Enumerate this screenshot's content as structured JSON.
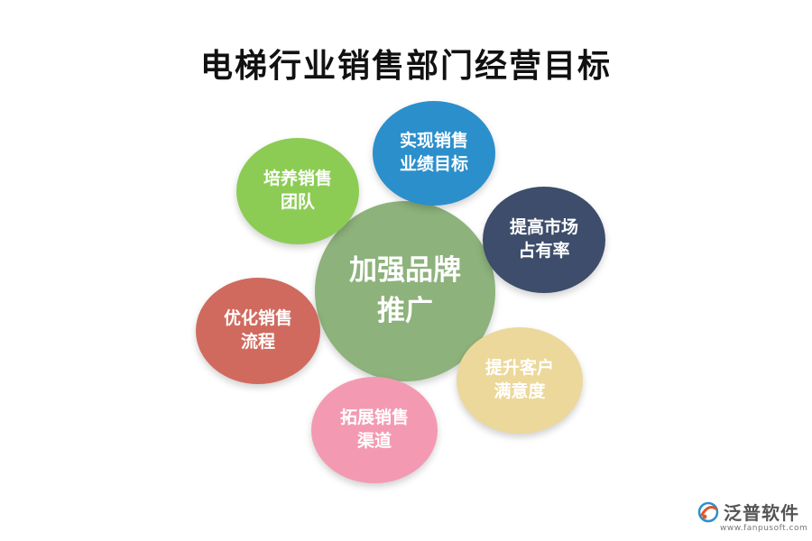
{
  "title": "电梯行业销售部门经营目标",
  "center": {
    "label": "加强品牌\n推广",
    "color": "#8db27b"
  },
  "goals": [
    {
      "label": "实现销售\n业绩目标",
      "color": "#2b8fcc"
    },
    {
      "label": "培养销售\n团队",
      "color": "#8ccc55"
    },
    {
      "label": "提高市场\n占有率",
      "color": "#3d4d6b"
    },
    {
      "label": "优化销售\n流程",
      "color": "#d06a5e"
    },
    {
      "label": "提升客户\n满意度",
      "color": "#ecd89a"
    },
    {
      "label": "拓展销售\n渠道",
      "color": "#f39ab2"
    }
  ],
  "logo": {
    "name": "泛普软件",
    "url": "www.fanpusoft.com",
    "icon": "fanpu-logo-icon"
  }
}
